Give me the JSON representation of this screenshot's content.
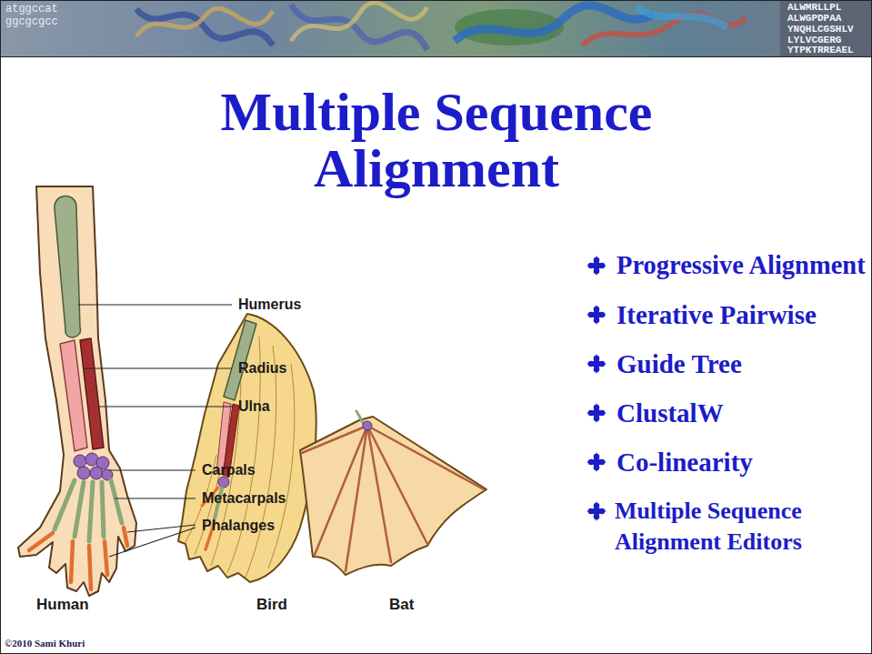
{
  "diagram": {
    "title": "Multiple Sequence Alignment",
    "labels": [
      "Progressive Alignment",
      "Iterative Pairwise",
      "Guide Tree",
      "ClustalW",
      "Co-linearity",
      "Multiple Sequence Alignment Editors",
      "Humerus",
      "Radius",
      "Ulna",
      "Carpals",
      "Metacarpals",
      "Phalanges",
      "Human",
      "Bird",
      "Bat",
      "©2010 Sami Khuri",
      "atggccat",
      "ggcgcgcc",
      "ALWMRLLPL",
      "ALWGPDPAA",
      "YNQHLCGSHLV",
      "LYLVCGERG",
      "YTPKTRREAEL"
    ]
  }
}
